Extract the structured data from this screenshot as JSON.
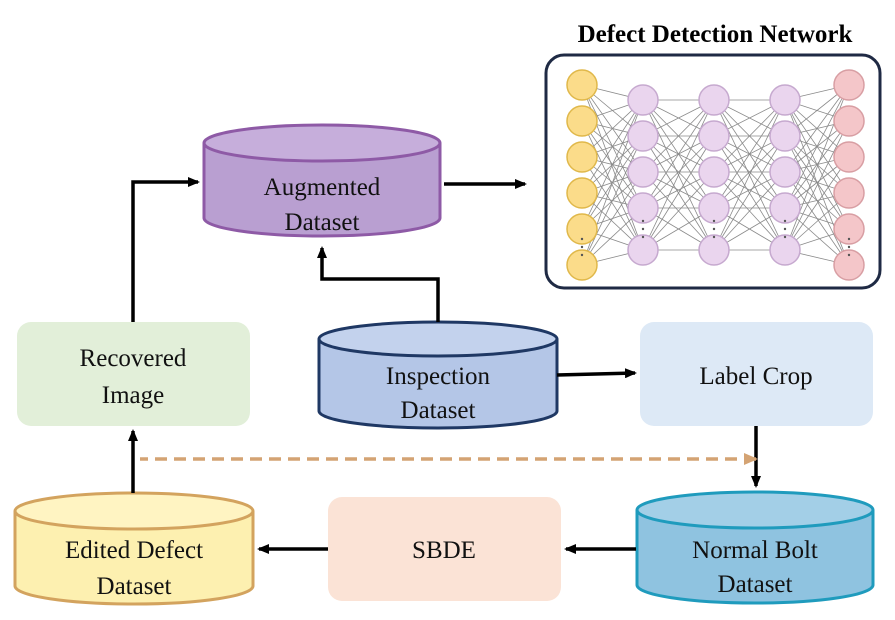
{
  "network": {
    "title": "Defect Detection Network",
    "layers": [
      {
        "color": "#fbdc8a",
        "stroke": "#e0b84a",
        "nodes": 6,
        "ellipsis_after": 4
      },
      {
        "color": "#ead5ee",
        "stroke": "#c6a9cf",
        "nodes": 5,
        "ellipsis_after": 3
      },
      {
        "color": "#ead5ee",
        "stroke": "#c6a9cf",
        "nodes": 5,
        "ellipsis_after": 3
      },
      {
        "color": "#ead5ee",
        "stroke": "#c6a9cf",
        "nodes": 5,
        "ellipsis_after": 3
      },
      {
        "color": "#f4c6c9",
        "stroke": "#d89ea3",
        "nodes": 6,
        "ellipsis_after": 4
      }
    ]
  },
  "nodes": {
    "augmented": {
      "line1": "Augmented",
      "line2": "Dataset",
      "fill": "#b99fd1",
      "top": "#c6aedb",
      "stroke": "#8e5aa6"
    },
    "inspection": {
      "line1": "Inspection",
      "line2": "Dataset",
      "fill": "#b4c6e7",
      "top": "#c3d2ed",
      "stroke": "#1f3864"
    },
    "normal_bolt": {
      "line1": "Normal Bolt",
      "line2": "Dataset",
      "fill": "#8fc3e0",
      "top": "#a3cfe7",
      "stroke": "#1f9bbd"
    },
    "edited_defect": {
      "line1": "Edited Defect",
      "line2": "Dataset",
      "fill": "#fdf0b0",
      "top": "#fff4c2",
      "stroke": "#d3a35e"
    },
    "recovered": {
      "line1": "Recovered",
      "line2": "Image",
      "fill": "#e2efd9"
    },
    "label_crop": {
      "label": "Label Crop",
      "fill": "#dde9f6"
    },
    "sbde": {
      "label": "SBDE",
      "fill": "#fbe3d6"
    }
  },
  "colors": {
    "arrow": "#000000",
    "dashed_arrow": "#d4a373",
    "network_border": "#1f2a44"
  }
}
